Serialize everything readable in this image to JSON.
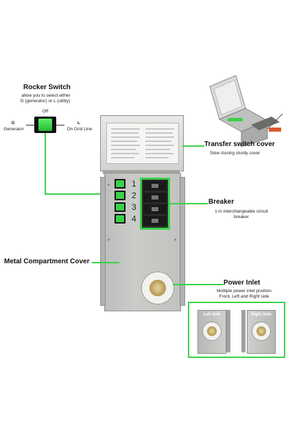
{
  "rocker": {
    "title": "Rocker Switch",
    "desc_line1": "allow you to select either",
    "desc_line2": "G (generator) or L (utility)",
    "off": "Off",
    "g": "G",
    "generator": "Generator",
    "l": "L",
    "grid": "On Grid Line"
  },
  "cover": {
    "title": "Transfer switch cover",
    "sub": "Slow closing sturdy cover"
  },
  "breaker": {
    "title": "Breaker",
    "sub_line1": "1-in interchangeable circuit",
    "sub_line2": "breaker"
  },
  "compartment": {
    "title": "Metal Compartment Cover"
  },
  "inlet": {
    "title": "Power Inlet",
    "sub_line1": "Multiple power inlet position",
    "sub_line2": "Front, Left and Right side",
    "left_side": "Left Side",
    "right_side": "Right Side"
  },
  "circuits": [
    "1",
    "2",
    "3",
    "4"
  ],
  "colors": {
    "accent": "#3ad14a",
    "panel": "#c7c8c5"
  }
}
